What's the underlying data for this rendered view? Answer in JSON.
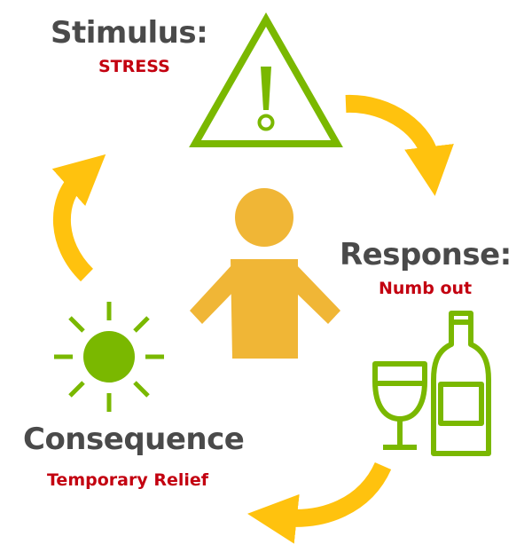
{
  "stimulus": {
    "heading": "Stimulus:",
    "value": "STRESS"
  },
  "response": {
    "heading": "Response:",
    "value": "Numb out"
  },
  "consequence": {
    "heading": "Consequence",
    "value": "Temporary Relief"
  },
  "colors": {
    "heading": "#4a4a4a",
    "value": "#c30010",
    "green": "#7ab800",
    "arrow": "#ffc20e",
    "person": "#f0b636"
  },
  "icons": [
    "warning-triangle-icon",
    "person-icon",
    "wine-glass-icon",
    "wine-bottle-icon",
    "sun-icon",
    "cycle-arrow-icon"
  ]
}
